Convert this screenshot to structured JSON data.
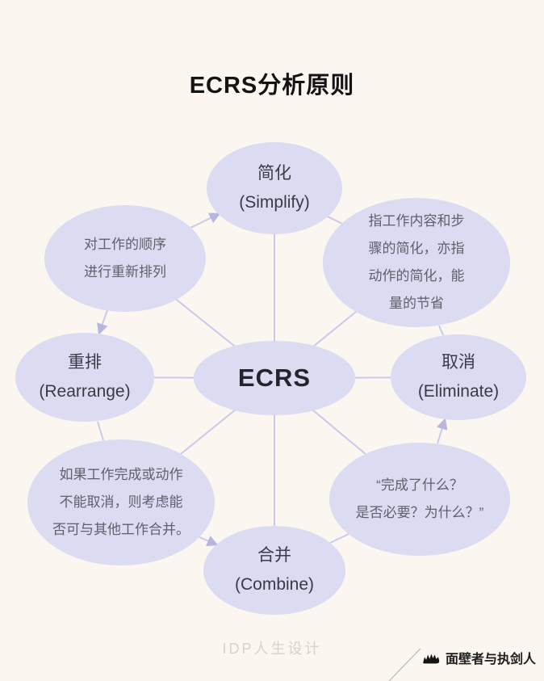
{
  "page": {
    "title": "ECRS分析原则",
    "watermark": "IDP人生设计",
    "brand": "面壁者与执剑人"
  },
  "colors": {
    "background": "#fbf6ef",
    "ellipse_fill": "#dbdbf1",
    "connector_line": "#c9c9ec",
    "title_text": "#141414",
    "node_text": "#3a3a46",
    "note_text": "#60606c",
    "watermark_text": "#d9d2c6",
    "brand_text": "#1c1c1c"
  },
  "diagram": {
    "center": {
      "label": "ECRS"
    },
    "nodes": {
      "simplify": {
        "title": "简化",
        "subtitle": "(Simplify)"
      },
      "eliminate": {
        "title": "取消",
        "subtitle": "(Eliminate)"
      },
      "rearrange": {
        "title": "重排",
        "subtitle": "(Rearrange)"
      },
      "combine": {
        "title": "合并",
        "subtitle": "(Combine)"
      }
    },
    "notes": {
      "simplify_note": {
        "lines": [
          "指工作内容和步",
          "骤的简化，亦指",
          "动作的简化，能",
          "量的节省"
        ]
      },
      "rearrange_note": {
        "lines": [
          "对工作的顺序",
          "进行重新排列"
        ]
      },
      "eliminate_note": {
        "lines": [
          "“完成了什么？",
          "是否必要？为什么？”"
        ]
      },
      "combine_note": {
        "lines": [
          "如果工作完成或动作",
          "不能取消，则考虑能",
          "否可与其他工作合并。"
        ]
      }
    }
  }
}
